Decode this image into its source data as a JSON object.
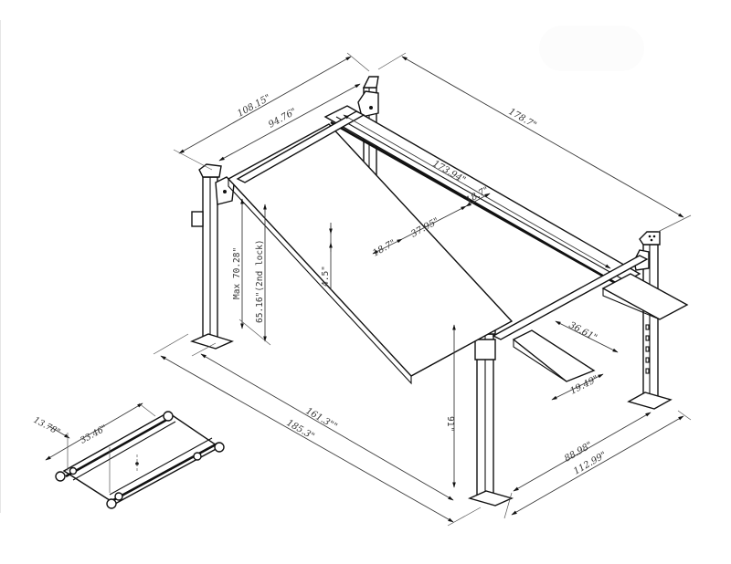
{
  "diagram": {
    "subject": "Four-post car lift dimension drawing",
    "units": "inches",
    "dimensions": {
      "outer_width": "108.15\"",
      "inner_width": "94.76\"",
      "overall_length": "178.7\"",
      "runway_length": "173.94\"",
      "runway_width_right": "18.7\"",
      "runway_gap": "37.95\"",
      "runway_width_left": "18.7\"",
      "max_height": "Max 70.28\"",
      "second_lock_height": "65.16\"(2nd lock)",
      "runway_thickness": "4.5\"",
      "ramp_length": "36.61\"",
      "ramp_width": "19.49\"",
      "post_inner_length": "161.3\"\"",
      "post_outer_length": "185.3\"",
      "post_height": "91\"",
      "post_inner_width": "88.98\"",
      "post_outer_width": "112.99\""
    },
    "jack_tray": {
      "offset": "13.78\"",
      "width": "33.46\""
    }
  }
}
